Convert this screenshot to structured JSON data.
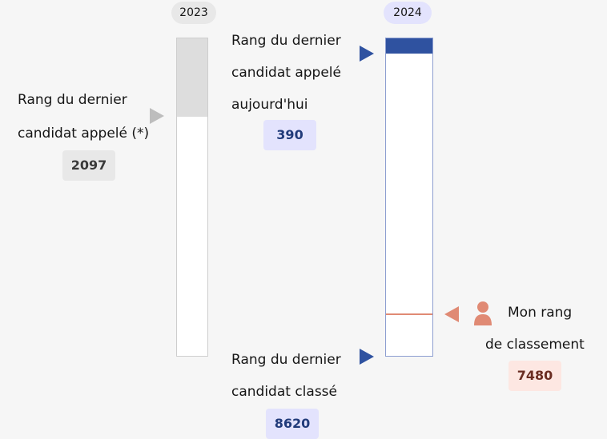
{
  "years": {
    "left": "2023",
    "right": "2024"
  },
  "left_panel": {
    "label_line1": "Rang du dernier",
    "label_line2": "candidat appelé (*)",
    "value": "2097"
  },
  "right_top": {
    "label_line1": "Rang du dernier",
    "label_line2": "candidat appelé",
    "label_line3": "aujourd'hui",
    "value": "390"
  },
  "right_bottom": {
    "label_line1": "Rang du dernier",
    "label_line2": "candidat classé",
    "value": "8620"
  },
  "my_rank": {
    "label_line1": "Mon rang",
    "label_line2": "de classement",
    "value": "7480"
  },
  "colors": {
    "accent_blue": "#2f52a0",
    "grey_fill": "#dddddd",
    "rank_marker": "#e08a74"
  },
  "icons": [
    "triangle-right-icon",
    "triangle-left-icon",
    "person-icon"
  ]
}
